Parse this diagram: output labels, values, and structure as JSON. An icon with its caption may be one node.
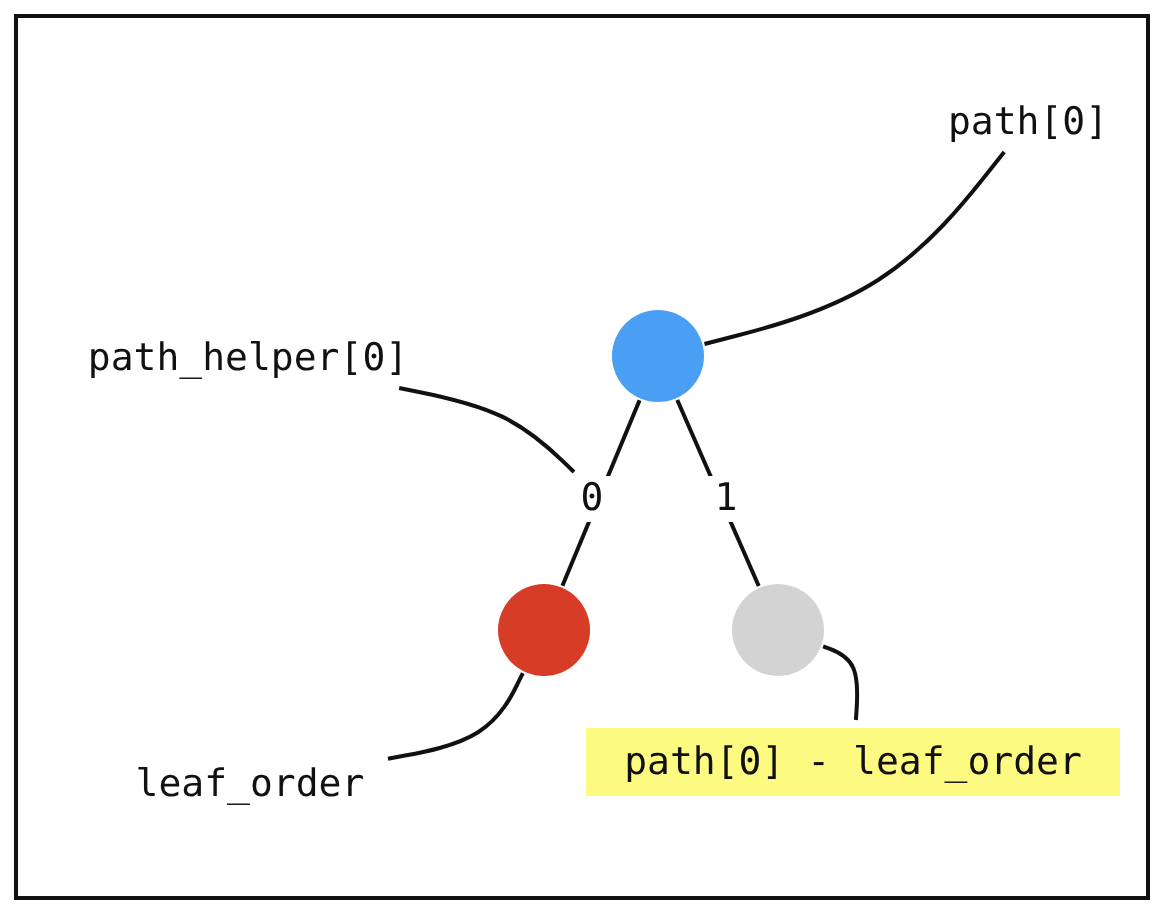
{
  "diagram": {
    "nodes": [
      {
        "text": [
          "path[0]"
        ]
      },
      {
        "text": [
          "path_helper[0]"
        ]
      },
      {
        "text": [],
        "shape": "circle"
      },
      {
        "text": [],
        "shape": "circle"
      },
      {
        "text": [],
        "shape": "circle"
      },
      {
        "text": [
          "leaf_order"
        ]
      },
      {
        "text": [
          "path[0] - leaf_order"
        ]
      }
    ],
    "edges": [
      {
        "from": 0,
        "to": 2,
        "arrow": "none"
      },
      {
        "from": 1,
        "to": null,
        "arrow": "none"
      },
      {
        "from": 2,
        "to": 3,
        "label": "0",
        "arrow": "none"
      },
      {
        "from": 2,
        "to": 4,
        "label": "1",
        "arrow": "none"
      },
      {
        "from": 5,
        "to": 3,
        "arrow": "none"
      },
      {
        "from": 6,
        "to": 4,
        "arrow": "none"
      }
    ]
  }
}
